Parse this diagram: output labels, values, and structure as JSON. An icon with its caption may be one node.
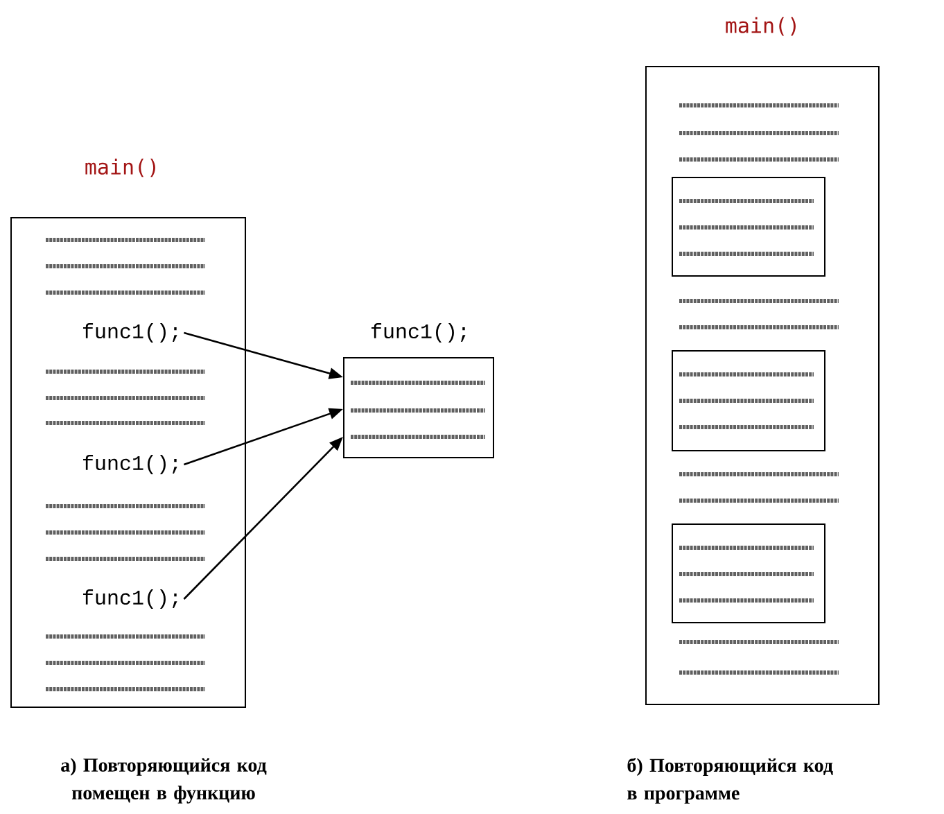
{
  "diagram": {
    "nodes": [
      {
        "text": [
          "main()"
        ]
      },
      {
        "text": [
          "func1();"
        ],
        "in": 0
      },
      {
        "text": [
          "func1();"
        ],
        "in": 0
      },
      {
        "text": [
          "func1();"
        ],
        "in": 0
      },
      {
        "text": [
          "func1();"
        ]
      },
      {
        "text": [
          "main()"
        ]
      },
      {
        "text": [],
        "shape": "box",
        "in": 5
      },
      {
        "text": [],
        "shape": "box",
        "in": 5
      },
      {
        "text": [],
        "shape": "box",
        "in": 5
      }
    ],
    "edges": [
      {
        "from": 1,
        "to": 4,
        "arrow": "to"
      },
      {
        "from": 2,
        "to": 4,
        "arrow": "to"
      },
      {
        "from": 3,
        "to": 4,
        "arrow": "to"
      }
    ],
    "labels": [
      "а) Повторяющийся код помещен в функцию",
      "б) Повторяющийся код в программе"
    ]
  }
}
